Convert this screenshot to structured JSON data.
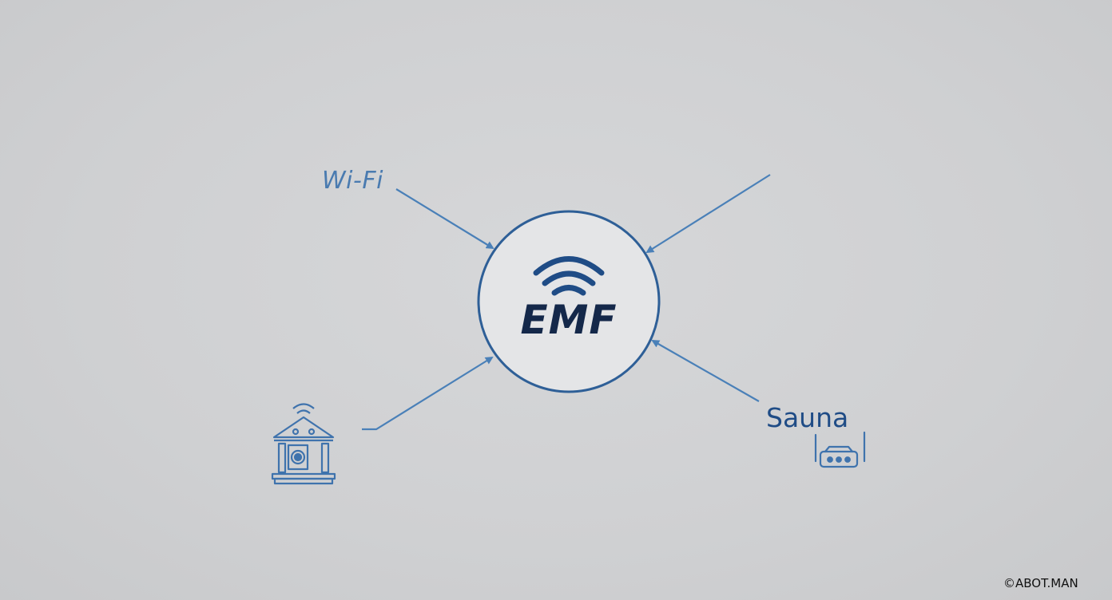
{
  "diagram": {
    "center": {
      "label": "EMF",
      "icon": "wifi-signal-icon"
    },
    "nodes": [
      {
        "id": "wifi",
        "label": "Wi-Fi"
      },
      {
        "id": "sauna",
        "label": "Sauna",
        "icon": "router-icon"
      },
      {
        "id": "building",
        "label": "",
        "icon": "smart-building-icon"
      },
      {
        "id": "unlabeled-top-right",
        "label": ""
      }
    ],
    "watermark": "©ABOT.MAN"
  },
  "colors": {
    "background": "#cfd0d2",
    "circle_fill": "#e4e5e7",
    "circle_stroke": "#2e5f97",
    "arrow": "#4a80b8",
    "center_text": "#14284a",
    "wifi_label": "#4a7bb0",
    "sauna_label": "#1f4c86",
    "icon": "#3f73ad"
  }
}
